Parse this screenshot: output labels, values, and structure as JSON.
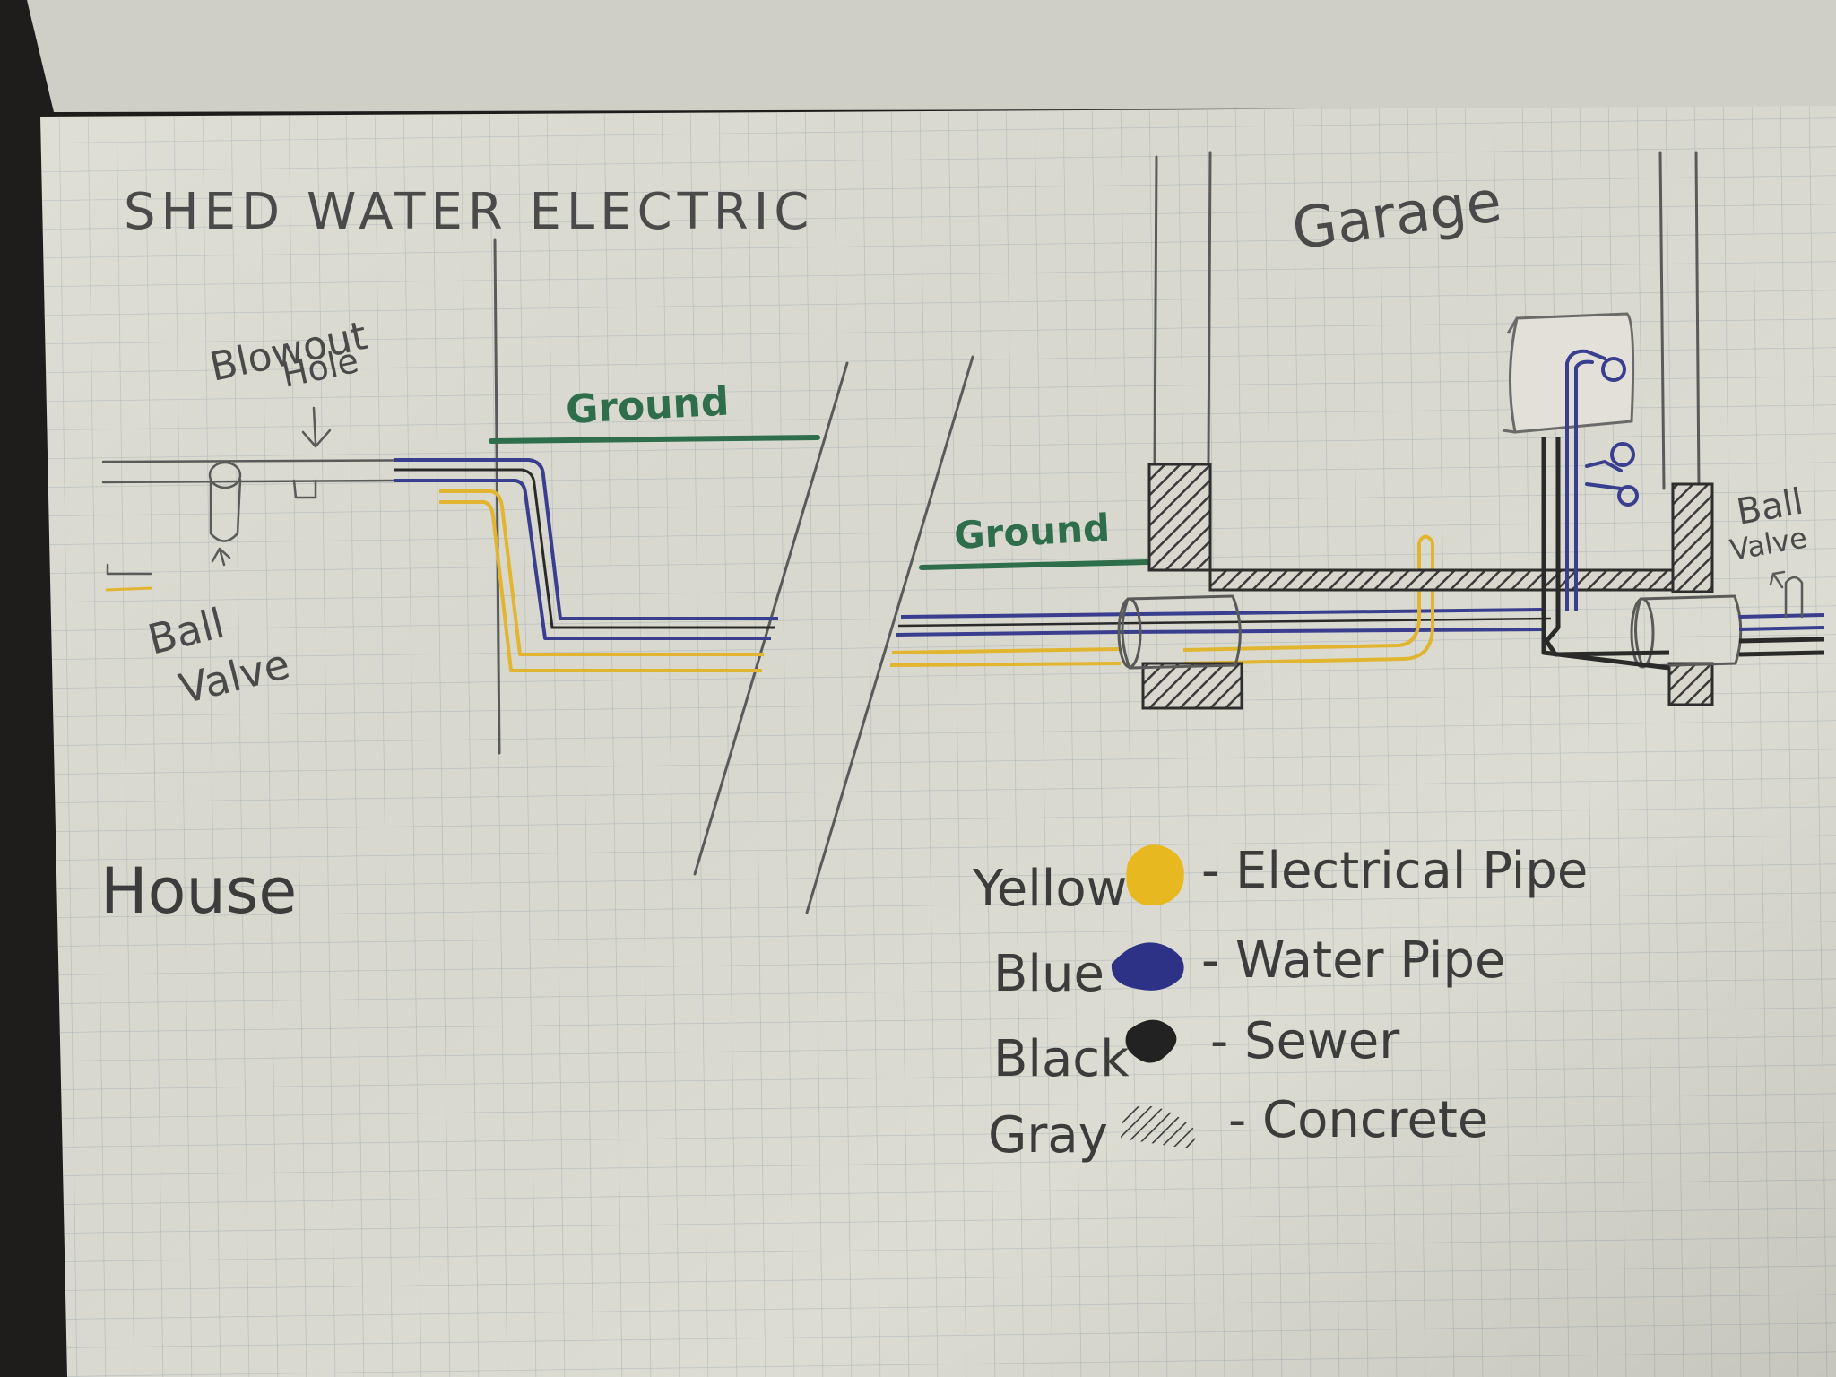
{
  "title": "SHED  WATER  ELECTRIC",
  "labels": {
    "garage": "Garage",
    "house": "House",
    "blowout_hole_line1": "Blowout",
    "blowout_hole_line2": "Hole",
    "ball_valve_left_line1": "Ball",
    "ball_valve_left_line2": "Valve",
    "ball_valve_right_line1": "Ball",
    "ball_valve_right_line2": "Valve",
    "ground_left": "Ground",
    "ground_right": "Ground"
  },
  "legend": [
    {
      "color_name": "Yellow",
      "description": "- Electrical Pipe",
      "swatch": "#e8b820",
      "style": "blob"
    },
    {
      "color_name": "Blue",
      "description": "- Water  Pipe",
      "swatch": "#2e3287",
      "style": "blob"
    },
    {
      "color_name": "Black",
      "description": "- Sewer",
      "swatch": "#222222",
      "style": "blob"
    },
    {
      "color_name": "Gray",
      "description": "- Concrete",
      "swatch": "#444444",
      "style": "hatch"
    }
  ],
  "colors": {
    "paper": "#dcdcd2",
    "grid": "#b8bfc0",
    "electrical": "#e2b530",
    "water": "#3a3e8e",
    "sewer": "#2a2a2a",
    "ground": "#2f6e4a",
    "pencil": "#5a5a5a"
  }
}
